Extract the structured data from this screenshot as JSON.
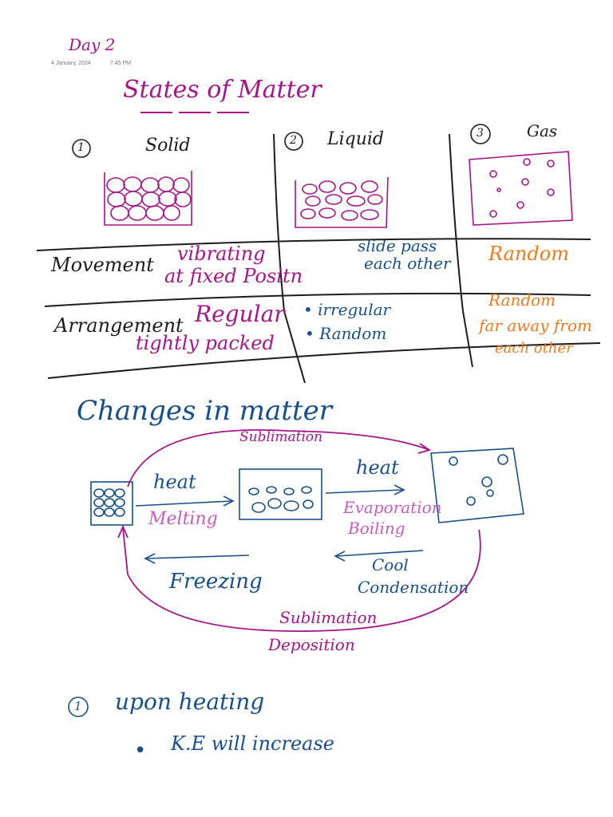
{
  "header": {
    "day_title": "Day 2",
    "date": "4 January, 2024",
    "time": "7:45 PM"
  },
  "title": "States of Matter",
  "states": [
    {
      "number": "1",
      "name": "Solid"
    },
    {
      "number": "2",
      "name": "Liquid"
    },
    {
      "number": "3",
      "name": "Gas"
    }
  ],
  "table": {
    "movement": {
      "label": "Movement",
      "solid": [
        "vibrating",
        "at fixed Positn"
      ],
      "liquid": [
        "slide pass",
        "each other"
      ],
      "gas": "Random"
    },
    "arrangement": {
      "label": "Arrangement",
      "solid": [
        "Regular",
        "tightly packed"
      ],
      "liquid": [
        "• irregular",
        "• Random"
      ],
      "gas": [
        "Random",
        "far away from",
        "each other"
      ]
    }
  },
  "changes": {
    "title": "Changes in matter",
    "sublimation_top": "Sublimation",
    "heat_1": "heat",
    "melting": "Melting",
    "heat_2": "heat",
    "evaporation": "Evaporation",
    "boiling": "Boiling",
    "freezing": "Freezing",
    "cool": "Cool",
    "condensation": "Condensation",
    "sublimation_bottom": "Sublimation",
    "deposition": "Deposition"
  },
  "notes": {
    "line1_number": "1",
    "line1_text": "upon heating",
    "line2_bullet": "•",
    "line2_text": "K.E will increase"
  },
  "colors": {
    "purple": "#a6148a",
    "blue": "#16508a",
    "black": "#1c1c1c",
    "orange": "#f07a1c",
    "pink": "#c75bc1"
  }
}
